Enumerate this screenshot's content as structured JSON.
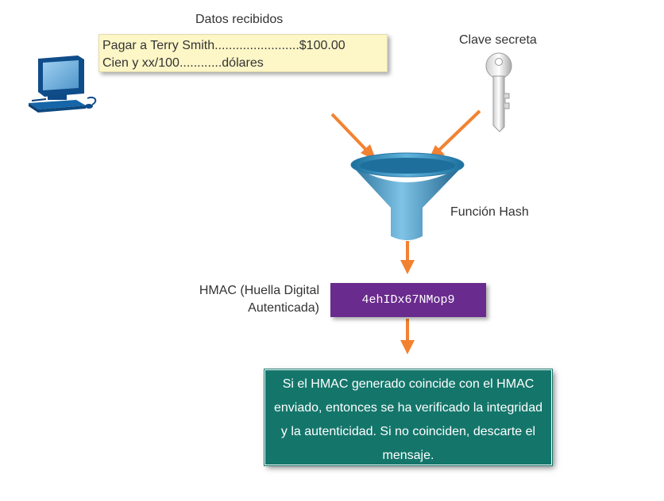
{
  "received": {
    "title": "Datos recibidos",
    "line1": "Pagar a Terry Smith........................$100.00",
    "line2": "Cien y xx/100............dólares"
  },
  "secret_key": {
    "label": "Clave secreta"
  },
  "hash_function": {
    "label": "Función Hash"
  },
  "hmac": {
    "label_line1": "HMAC (Huella Digital",
    "label_line2": "Autenticada)",
    "value": "4ehIDx67NMop9"
  },
  "result": {
    "text": "Si el HMAC generado coincide con el HMAC enviado, entonces se ha verificado la integridad y la autenticidad. Si no coinciden, descarte el mensaje."
  },
  "colors": {
    "arrow": "#f28232",
    "hmac_box": "#6a2b8e",
    "result_box": "#14766b",
    "data_box": "#fdf6c7"
  },
  "icons": [
    "computer-icon",
    "key-icon",
    "funnel-icon"
  ]
}
